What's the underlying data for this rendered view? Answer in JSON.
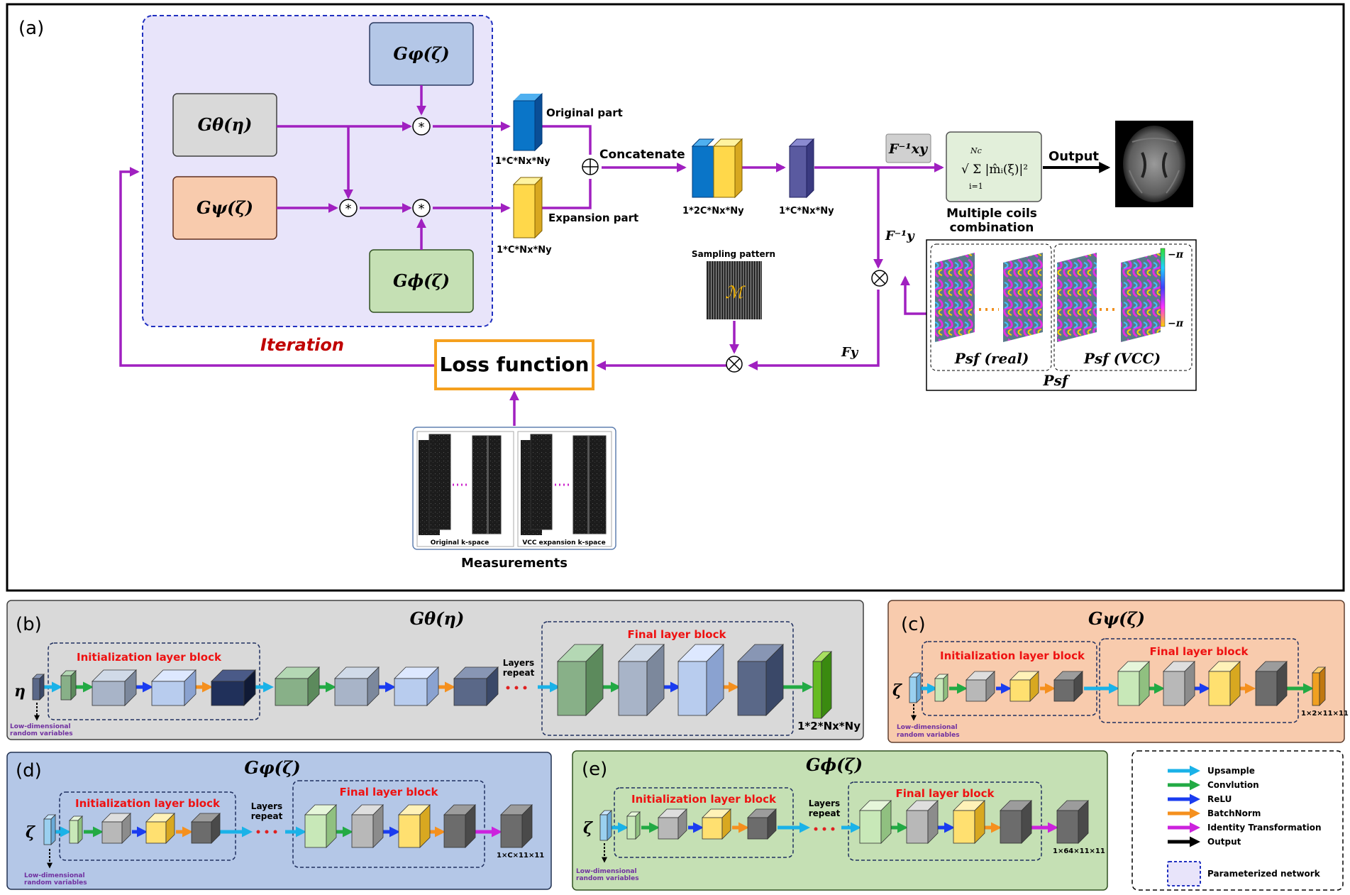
{
  "panel_a": {
    "label": "(a)",
    "g_phi_varphi": "Gφ(ζ)",
    "g_theta": "Gθ(η)",
    "g_psi": "Gψ(ζ)",
    "g_phi": "Gϕ(ζ)",
    "iteration": "Iteration",
    "original_part": "Original part",
    "expansion_part": "Expansion part",
    "concatenate": "Concatenate",
    "dim_c": "1*C*Nx*Ny",
    "dim_2c": "1*2C*Nx*Ny",
    "fxy_inv": "F⁻¹xy",
    "fy_inv": "F⁻¹y",
    "fy": "Fy",
    "sum_formula": "√ Σ |m̂ᵢ(ξ)|²",
    "sum_top": "Nc",
    "sum_bottom": "i=1",
    "multiple_coils_1": "Multiple coils",
    "multiple_coils_2": "combination",
    "output": "Output",
    "sampling_pattern": "Sampling pattern",
    "mask_symbol": "ℳ",
    "loss_function": "Loss function",
    "measurements": "Measurements",
    "original_kspace": "Original k-space",
    "vcc_kspace": "VCC expansion k-space",
    "psf": "Psf",
    "psf_real": "Psf  (real)",
    "psf_vcc": "Psf  (VCC)",
    "pi_pos": "−π",
    "pi_neg": "−π"
  },
  "panel_b": {
    "label": "(b)",
    "title": "Gθ(η)",
    "input": "η",
    "init_block": "Initialization layer block",
    "final_block": "Final layer block",
    "layers_repeat_1": "Layers",
    "layers_repeat_2": "repeat",
    "output_dim": "1*2*Nx*Ny",
    "low_dim_1": "Low-dimensional",
    "low_dim_2": "random variables"
  },
  "panel_c": {
    "label": "(c)",
    "title": "Gψ(ζ)",
    "input": "ζ",
    "init_block": "Initialization layer block",
    "final_block": "Final layer block",
    "output_dim": "1×2×11×11",
    "low_dim_1": "Low-dimensional",
    "low_dim_2": "random variables"
  },
  "panel_d": {
    "label": "(d)",
    "title": "Gφ(ζ)",
    "input": "ζ",
    "init_block": "Initialization layer block",
    "final_block": "Final layer block",
    "layers_repeat_1": "Layers",
    "layers_repeat_2": "repeat",
    "output_dim": "1×C×11×11",
    "low_dim_1": "Low-dimensional",
    "low_dim_2": "random variables"
  },
  "panel_e": {
    "label": "(e)",
    "title": "Gϕ(ζ)",
    "input": "ζ",
    "init_block": "Initialization layer block",
    "final_block": "Final layer block",
    "layers_repeat_1": "Layers",
    "layers_repeat_2": "repeat",
    "output_dim": "1×64×11×11",
    "low_dim_1": "Low-dimensional",
    "low_dim_2": "random variables"
  },
  "legend": {
    "items": [
      {
        "label": "Upsample",
        "color": "#1ab2e8"
      },
      {
        "label": "Convlution",
        "color": "#22aa44"
      },
      {
        "label": "ReLU",
        "color": "#1a3cf0"
      },
      {
        "label": "BatchNorm",
        "color": "#f5901e"
      },
      {
        "label": "Identity Transformation",
        "color": "#cc22dd"
      },
      {
        "label": "Output",
        "color": "#000000"
      }
    ],
    "param_net": "Parameterized network"
  },
  "colors": {
    "purple_arrow": "#a020c0",
    "iteration_bg": "#e8e4fa",
    "g_phi_varphi_bg": "#b4c7e7",
    "g_theta_bg": "#d9d9d9",
    "g_psi_bg": "#f8cbad",
    "g_phi_bg": "#c5e0b4",
    "loss_border": "#f5a01e"
  }
}
